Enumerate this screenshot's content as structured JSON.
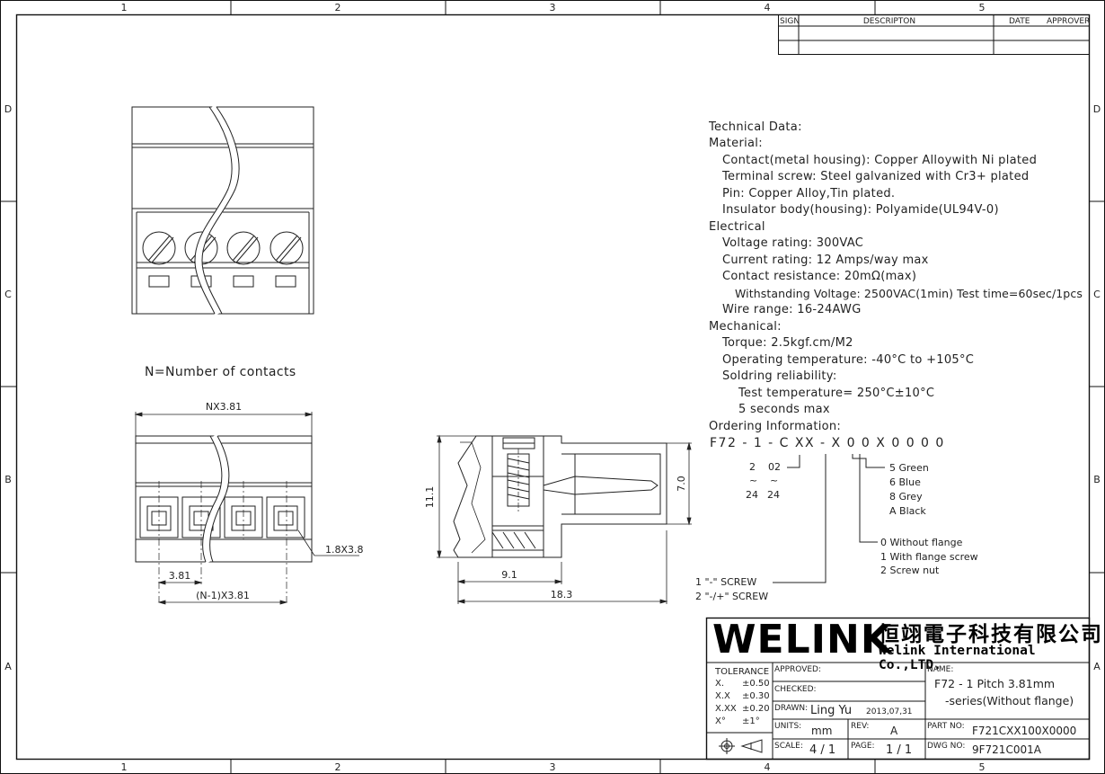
{
  "frame": {
    "columns": [
      "1",
      "2",
      "3",
      "4",
      "5"
    ],
    "rows": [
      "D",
      "C",
      "B",
      "A"
    ]
  },
  "revision_table": {
    "sign": "SIGN",
    "description": "DESCRIPTON",
    "date": "DATE",
    "approver": "APPROVER"
  },
  "note": "N=Number of contacts",
  "dimensions": {
    "nx381": "NX3.81",
    "d381": "3.81",
    "n1x381": "(N-1)X3.81",
    "d18x38": "1.8X3.8",
    "d111": "11.1",
    "d70": "7.0",
    "d91": "9.1",
    "d183": "18.3"
  },
  "tech_data": [
    "Technical Data:",
    "Material:",
    "Contact(metal housing): Copper Alloywith Ni plated",
    "Terminal screw: Steel galvanized with Cr3+ plated",
    "Pin: Copper Alloy,Tin plated.",
    "Insulator body(housing): Polyamide(UL94V-0)",
    "Electrical",
    "Voltage rating: 300VAC",
    "Current rating: 12 Amps/way max",
    "Contact resistance: 20mΩ(max)",
    "Withstanding Voltage: 2500VAC(1min) Test time=60sec/1pcs",
    "Wire range: 16-24AWG",
    "Mechanical:",
    "Torque: 2.5kgf.cm/M2",
    "Operating temperature: -40°C to +105°C",
    "Soldring reliability:",
    "Test temperature= 250°C±10°C",
    "5 seconds max",
    "Ordering Information:"
  ],
  "ordering": {
    "code": "F72 - 1 - C XX - X 0  0 X  0 0 0 0",
    "pos_a": "2",
    "pos_b": "02",
    "tilde_a": "~",
    "tilde_b": "~",
    "pos_c": "24",
    "pos_d": "24",
    "colors": [
      "5   Green",
      "6   Blue",
      "8   Grey",
      "A   Black"
    ],
    "flange": [
      "0  Without flange",
      "1  With flange screw",
      "2  Screw nut"
    ],
    "screw": [
      "1   \"-\" SCREW",
      "2   \"-/+\" SCREW"
    ]
  },
  "title_block": {
    "company_logo": "WELINK",
    "company_cn": "恒翊電子科技有限公司",
    "company_en": "Welink International Co.,LTD.",
    "tolerance_label": "TOLERANCE",
    "tolerances": [
      {
        "k": "X.",
        "v": "±0.50"
      },
      {
        "k": "X.X",
        "v": "±0.30"
      },
      {
        "k": "X.XX",
        "v": "±0.20"
      },
      {
        "k": "X°",
        "v": "±1°"
      }
    ],
    "approved_label": "APPROVED:",
    "checked_label": "CHECKED:",
    "drawn_label": "DRAWN:",
    "drawn_by": "Ling Yu",
    "drawn_date": "2013,07,31",
    "units_label": "UNITS:",
    "units": "mm",
    "rev_label": "REV:",
    "rev": "A",
    "scale_label": "SCALE:",
    "scale": "4 / 1",
    "page_label": "PAGE:",
    "page": "1 / 1",
    "name_label": "NAME:",
    "name_line1": "F72 - 1  Pitch 3.81mm",
    "name_line2": "-series(Without flange)",
    "part_no_label": "PART NO:",
    "part_no": "F721CXX100X0000",
    "dwg_no_label": "DWG NO:",
    "dwg_no": "9F721C001A"
  }
}
